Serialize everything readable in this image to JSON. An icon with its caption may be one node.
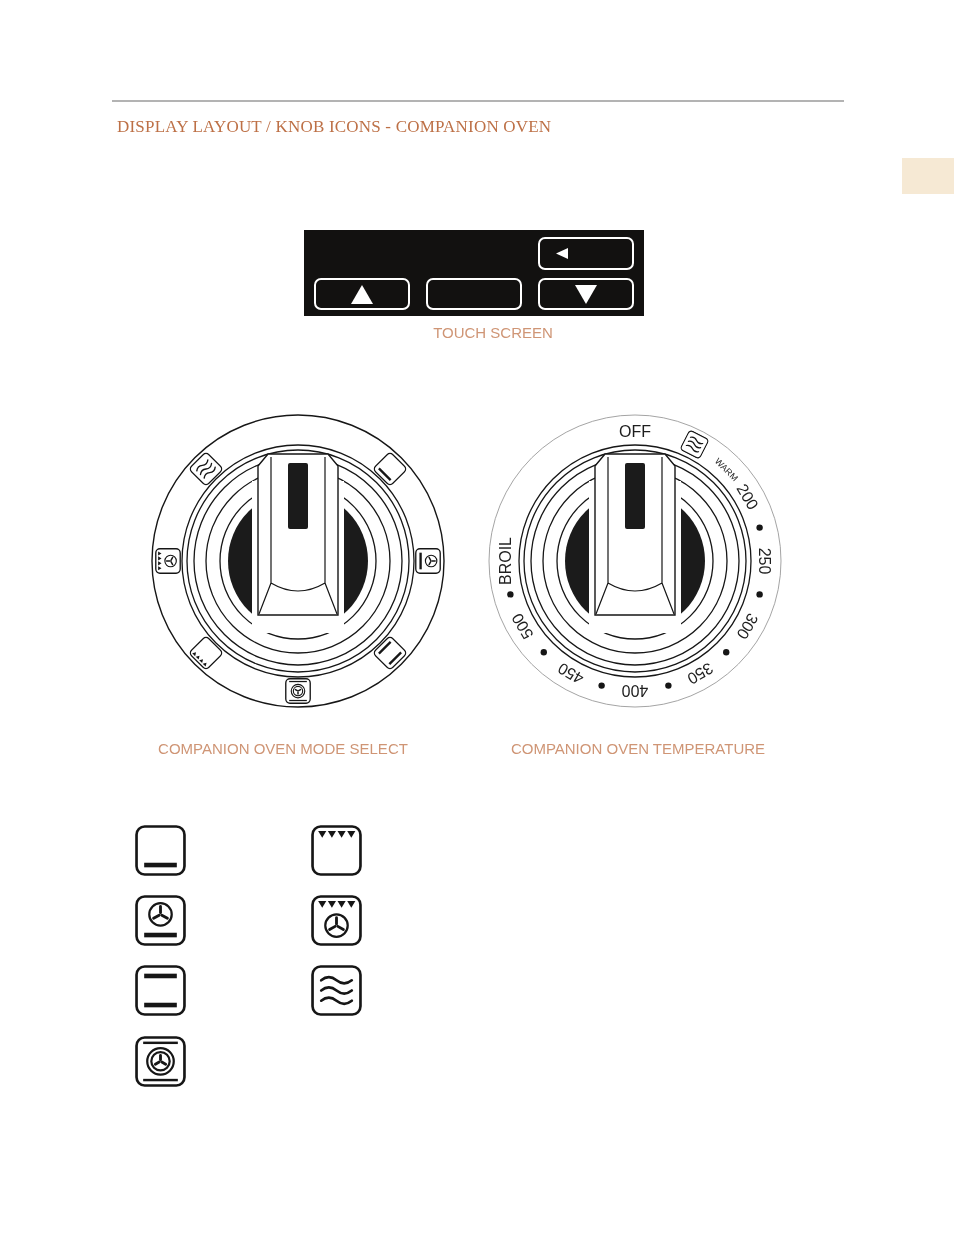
{
  "diagram": {
    "title": "DISPLAY LAYOUT / KNOB ICONS - COMPANION OVEN",
    "nodes": [
      {
        "text": [],
        "shape": "box",
        "beside": [
          "TOUCH SCREEN"
        ]
      },
      {
        "text": [],
        "shape": "box",
        "in": 0
      },
      {
        "text": [],
        "shape": "box",
        "in": 0
      },
      {
        "text": [],
        "shape": "box",
        "in": 0
      },
      {
        "text": [],
        "shape": "box",
        "in": 0
      },
      {
        "text": [],
        "shape": "circle",
        "beside": [
          "COMPANION OVEN MODE SELECT"
        ]
      },
      {
        "text": [
          "OFF",
          "WARM",
          "200",
          "250",
          "300",
          "350",
          "400",
          "450",
          "500",
          "BROIL"
        ],
        "beside": [
          "COMPANION OVEN TEMPERATURE"
        ]
      }
    ]
  }
}
